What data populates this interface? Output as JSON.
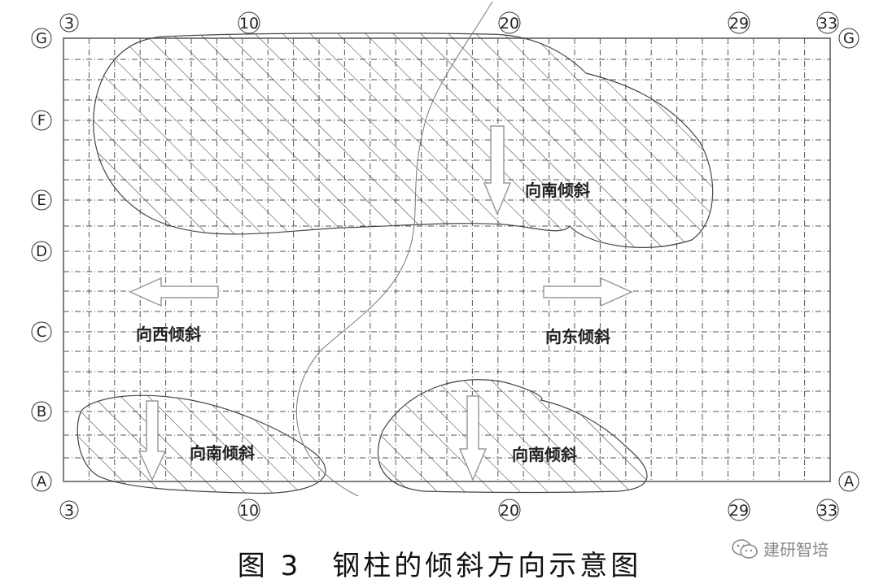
{
  "grid": {
    "columns": [
      "3",
      "10",
      "20",
      "29",
      "33"
    ],
    "rows": [
      "G",
      "F",
      "E",
      "D",
      "C",
      "B",
      "A"
    ]
  },
  "labels": {
    "tilt_south_top": "向南倾斜",
    "tilt_west": "向西倾斜",
    "tilt_east": "向东倾斜",
    "tilt_south_bottom_left": "向南倾斜",
    "tilt_south_bottom_mid": "向南倾斜"
  },
  "caption": "图 3　钢柱的倾斜方向示意图",
  "watermark": {
    "icon": "wechat-icon",
    "text": "建研智培"
  },
  "colors": {
    "line": "#333333",
    "arrow_stroke": "#9a9a9a"
  }
}
